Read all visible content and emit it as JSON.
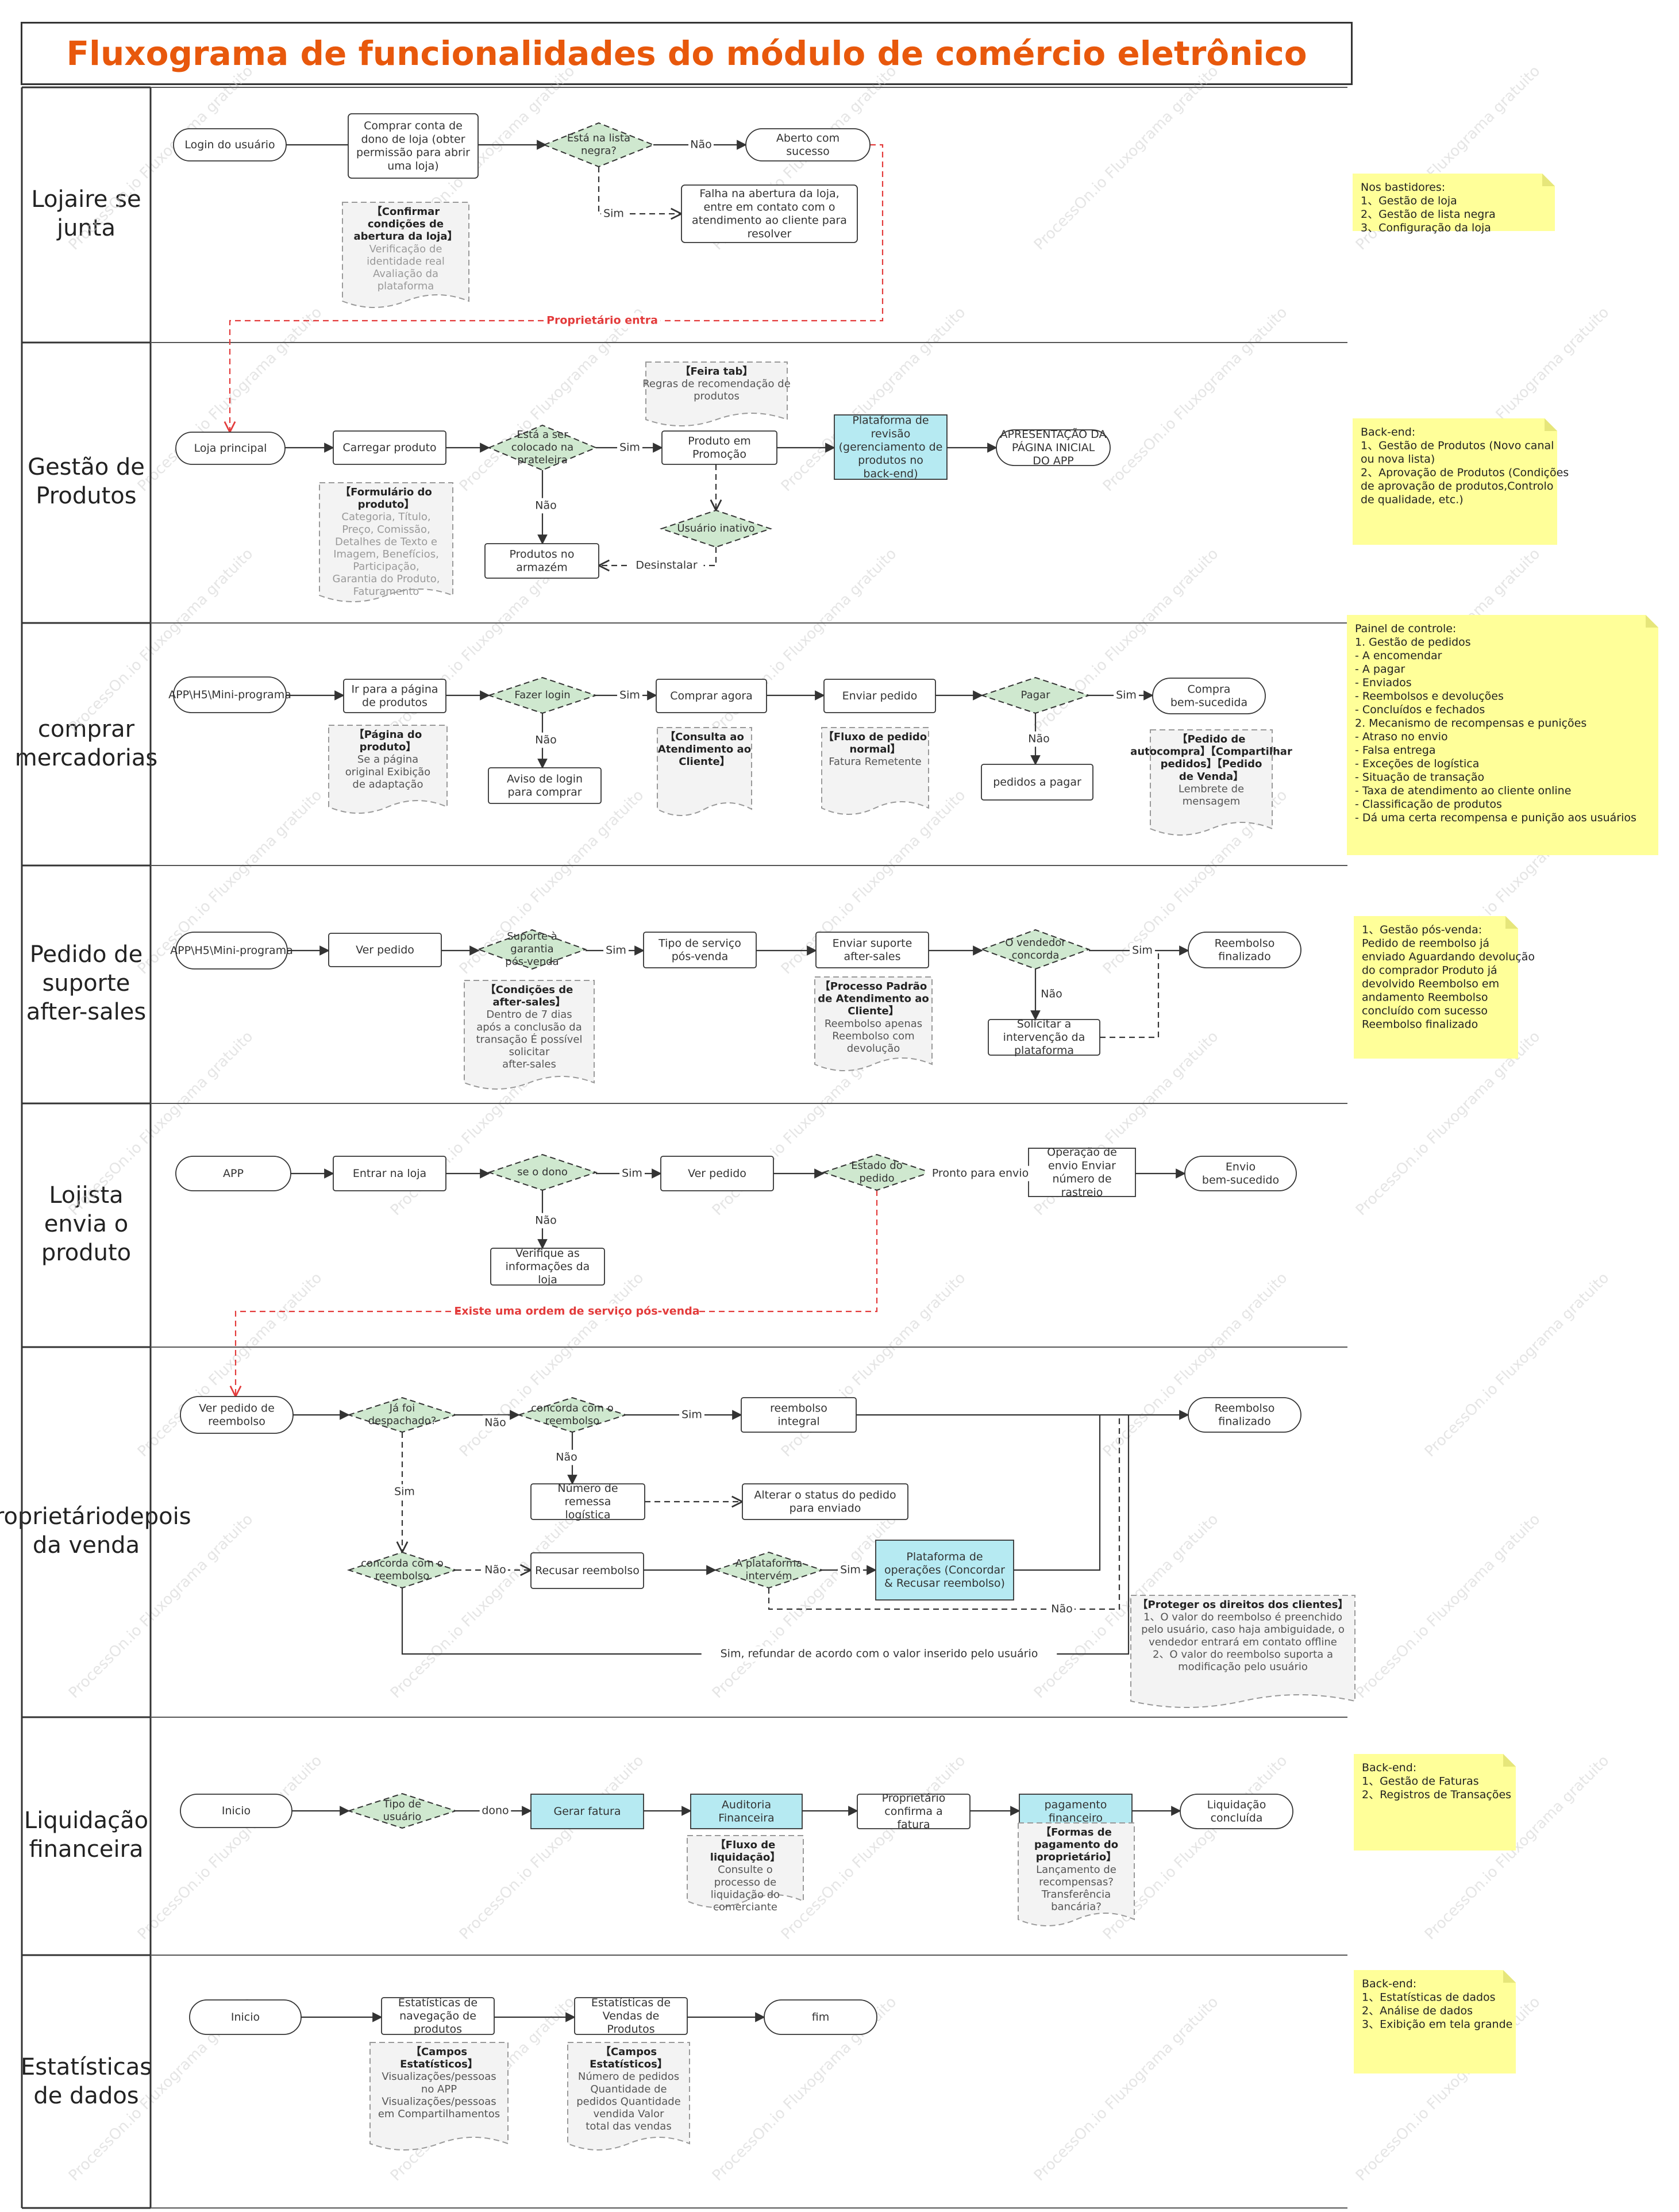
{
  "title": "Fluxograma de funcionalidades do módulo de comércio eletrônico",
  "watermark": "ProcessOn.io Fluxograma gratuito",
  "colors": {
    "title": "#e8580c",
    "diamond": "#cfe8cf",
    "cyan": "#b6eaf2",
    "note": "#ffff99",
    "red": "#e33b3b",
    "line": "#333333",
    "gray": "#999999"
  },
  "lanes": [
    {
      "label": "Lojaire se junta"
    },
    {
      "label": "Gestão de Produtos"
    },
    {
      "label": "comprar mercadorias"
    },
    {
      "label": "Pedido de suporte after-sales"
    },
    {
      "label": "Lojista envia o produto"
    },
    {
      "label": "Proprietáriodepois da venda"
    },
    {
      "label": "Liquidação financeira"
    },
    {
      "label": "Estatísticas de dados"
    }
  ],
  "nodes": {
    "n1_1": "Login do usuário",
    "n1_2": "Comprar conta de dono de loja (obter permissão para abrir uma loja)",
    "n1_3": "Está na lista negra?",
    "n1_4": "Aberto com sucesso",
    "n1_5": "Falha na abertura da loja, entre em contato com o atendimento ao cliente para resolver",
    "n1_doc_title": "【Confirmar condições de abertura da loja】",
    "n1_doc_body": "Verificação de identidade real Avaliação da plataforma",
    "n2_doc1_title": "【Feira tab】",
    "n2_doc1_body": "Regras de recomendação de produtos",
    "n2_1": "Loja principal",
    "n2_2": "Carregar produto",
    "n2_3": "Está a ser colocado na prateleira",
    "n2_4": "Produto em Promoção",
    "n2_5": "Plataforma de revisão (gerenciamento de produtos no back-end)",
    "n2_6": "APRESENTAÇÃO DA PÁGINA INICIAL DO APP",
    "n2_7": "Usuário inativo",
    "n2_8": "Produtos no armazém",
    "n2_doc2_title": "【Formulário do produto】",
    "n2_doc2_body": "Categoria, Título, Preço, Comissão, Detalhes de Texto e Imagem, Benefícios, Participação, Garantia do Produto, Faturamento",
    "n3_1": "APP\\H5\\Mini-programa",
    "n3_2": "Ir para a página de produtos",
    "n3_3": "Fazer login",
    "n3_4": "Comprar agora",
    "n3_5": "Enviar pedido",
    "n3_6": "Pagar",
    "n3_7": "Compra bem-sucedida",
    "n3_8": "Aviso de login para comprar",
    "n3_9": "pedidos a pagar",
    "n3_doc1_title": "【Página do produto】",
    "n3_doc1_body": "Se a página original Exibição de adaptação",
    "n3_doc2_title": "【Consulta ao Atendimento ao Cliente】",
    "n3_doc3_title": "【Fluxo de pedido normal】",
    "n3_doc3_body": "Fatura Remetente",
    "n3_doc4_title": "【Pedido de autocompra】【Compartilhar pedidos】【Pedido de Venda】",
    "n3_doc4_body": "Lembrete de mensagem",
    "n4_1": "APP\\H5\\Mini-programa",
    "n4_2": "Ver pedido",
    "n4_3": "Suporte à garantia pós-venda",
    "n4_4": "Tipo de serviço pós-venda",
    "n4_5": "Enviar suporte after-sales",
    "n4_6": "O vendedor concorda",
    "n4_7": "Reembolso finalizado",
    "n4_8": "Solicitar a intervenção da plataforma",
    "n4_doc1_title": "【Condições de after-sales】",
    "n4_doc1_body": "Dentro de 7 dias após a conclusão da transação É possível solicitar after-sales",
    "n4_doc2_title": "【Processo Padrão de Atendimento ao Cliente】",
    "n4_doc2_body": "Reembolso apenas Reembolso com devolução",
    "n5_1": "APP",
    "n5_2": "Entrar na loja",
    "n5_3": "se o dono",
    "n5_4": "Ver pedido",
    "n5_5": "Estado do pedido",
    "n5_6": "Operação de envio Enviar número de rastreio",
    "n5_7": "Envio bem-sucedido",
    "n5_8": "Verifique as informações da loja",
    "n6_1": "Ver pedido de reembolso",
    "n6_2": "Já foi despachado?",
    "n6_3": "concorda com o reembolso",
    "n6_4": "reembolso integral",
    "n6_5": "Reembolso finalizado",
    "n6_6": "Número de remessa logística",
    "n6_7": "Alterar o status do pedido para enviado",
    "n6_8": "concorda com o reembolso",
    "n6_9": "Recusar reembolso",
    "n6_10": "A plataforma intervém",
    "n6_11": "Plataforma de operações (Concordar & Recusar reembolso)",
    "n6_doc_title": "【Proteger os direitos dos clientes】",
    "n6_doc_body": "1、O valor do reembolso é preenchido pelo usuário, caso haja ambiguidade, o vendedor entrará em contato offline 2、O valor do reembolso suporta a modificação pelo usuário",
    "n7_1": "Inicio",
    "n7_2": "Tipo de usuário",
    "n7_3": "Gerar fatura",
    "n7_4": "Auditoria Financeira",
    "n7_5": "Proprietário confirma a fatura",
    "n7_6": "pagamento financeiro",
    "n7_7": "Liquidação concluída",
    "n7_doc1_title": "【Fluxo de liquidação】",
    "n7_doc1_body": "Consulte o processo de liquidação do comerciante",
    "n7_doc2_title": "【Formas de pagamento do proprietário】",
    "n7_doc2_body": "Lançamento de recompensas? Transferência bancária?",
    "n8_1": "Inicio",
    "n8_2": "Estatísticas de navegação de produtos",
    "n8_3": "Estatísticas de Vendas de Produtos",
    "n8_4": "fim",
    "n8_doc1_title": "【Campos Estatísticos】",
    "n8_doc1_body": "Visualizações/pessoas no APP Visualizações/pessoas em Compartilhamentos",
    "n8_doc2_title": "【Campos Estatísticos】",
    "n8_doc2_body": "Número de pedidos Quantidade de pedidos Quantidade vendida Valor total das vendas"
  },
  "edge_labels": {
    "nao": "Não",
    "sim": "Sim",
    "proprietario_entra": "Proprietário entra",
    "desinstalar": "Desinstalar",
    "pronto_envio": "Pronto para envio",
    "existe_ordem": "Existe uma ordem de serviço pós-venda",
    "sim_refundar": "Sim, refundar de acordo com o valor inserido pelo usuário",
    "dono": "dono"
  },
  "notes": {
    "note1": "Nos bastidores: 1、Gestão de loja 2、Gestão de lista negra 3、Configuração da loja",
    "note2": "Back-end: 1、Gestão de Produtos (Novo canal ou nova lista) 2、Aprovação de Produtos (Condições de aprovação de produtos,Controlo de qualidade, etc.)",
    "note3": "Painel de controle: 1. Gestão de pedidos - A encomendar - A pagar - Enviados - Reembolsos e devoluções - Concluídos e fechados 2. Mecanismo de recompensas e punições - Atraso no envio - Falsa entrega - Exceções de logística - Situação de transação - Taxa de atendimento ao cliente online - Classificação de produtos - Dá uma certa recompensa e punição aos usuários",
    "note4": "1、Gestão pós-venda: Pedido de reembolso já enviado Aguardando devolução do comprador Produto já devolvido Reembolso em andamento Reembolso concluído com sucesso Reembolso finalizado",
    "note5": "Back-end: 1、Gestão de Faturas 2、Registros de Transações",
    "note6": "Back-end: 1、Estatísticas de dados 2、Análise de dados 3、Exibição em tela grande"
  }
}
